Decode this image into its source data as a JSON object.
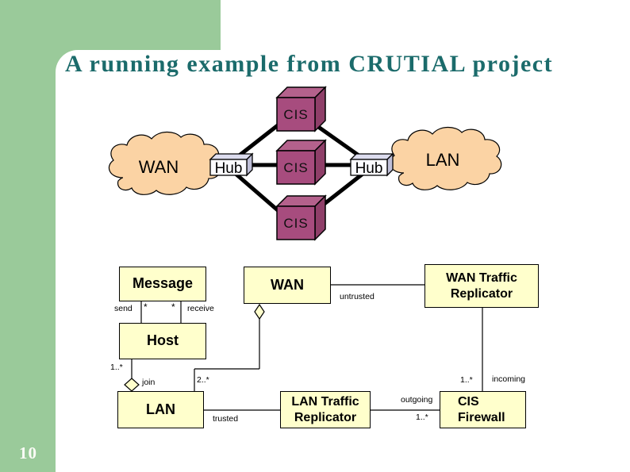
{
  "slide": {
    "title": "A running example from CRUTIAL project",
    "page_number": "10"
  },
  "colors": {
    "background_green": "#9ACA9A",
    "title_teal": "#1B6B6B",
    "cloud_peach": "#FBD3A4",
    "cube_front": "#A74C7E",
    "cube_top": "#B4618C",
    "cube_side": "#8F3F69",
    "hub_front": "#FCFCFF",
    "uml_box_fill": "#FFFFCC"
  },
  "network_diagram": {
    "wan_cloud_label": "WAN",
    "lan_cloud_label": "LAN",
    "hub_left_label": "Hub",
    "hub_right_label": "Hub",
    "cis_top_label": "CIS",
    "cis_middle_label": "CIS",
    "cis_bottom_label": "CIS"
  },
  "class_diagram": {
    "message_label": "Message",
    "wan_label": "WAN",
    "wan_traffic_replicator_line1": "WAN Traffic",
    "wan_traffic_replicator_line2": "Replicator",
    "host_label": "Host",
    "lan_label": "LAN",
    "lan_traffic_replicator_line1": "LAN Traffic",
    "lan_traffic_replicator_line2": "Replicator",
    "cis_firewall_line1": "CIS",
    "cis_firewall_line2": "Firewall",
    "assoc": {
      "send": "send",
      "send_mult": "*",
      "receive_mult": "*",
      "receive": "receive",
      "untrusted": "untrusted",
      "trusted": "trusted",
      "host_mult": "1..*",
      "join": "join",
      "lan_mult": "2..*",
      "outgoing": "outgoing",
      "outgoing_mult": "1..*",
      "incoming": "incoming",
      "incoming_mult": "1..*"
    }
  }
}
